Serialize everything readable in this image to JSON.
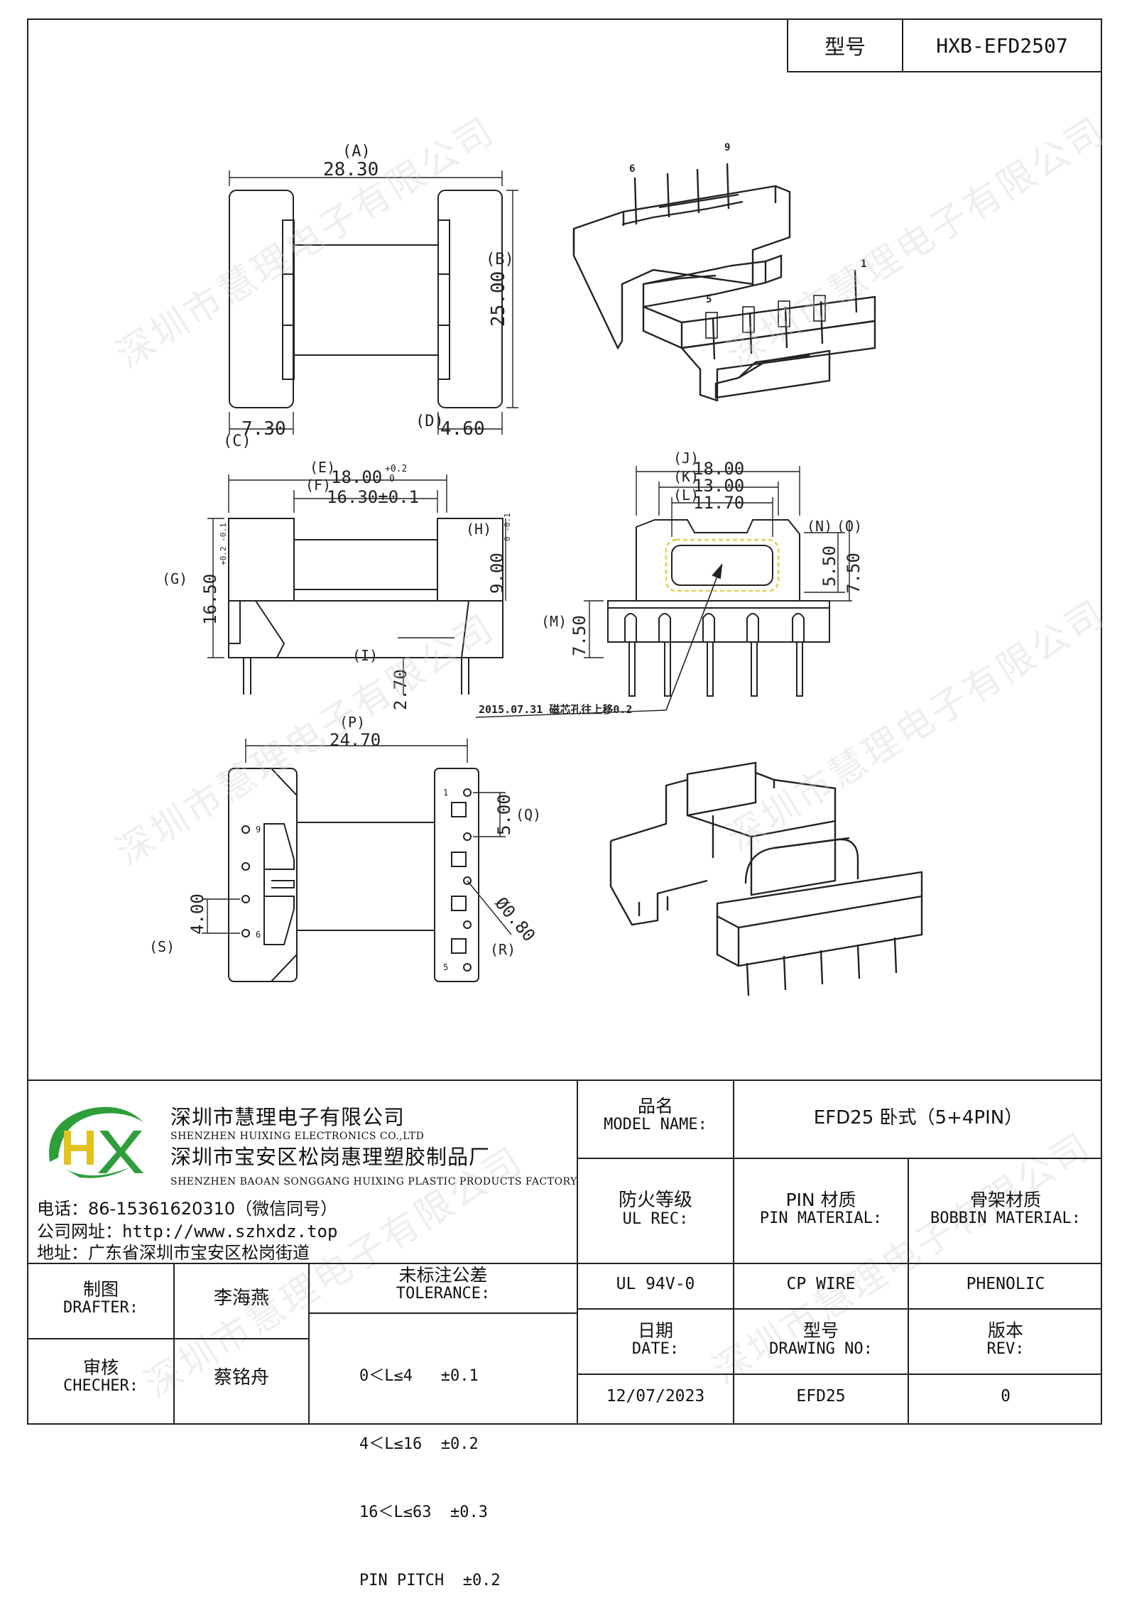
{
  "header": {
    "model_label": "型号",
    "model_value": "HXB-EFD2507"
  },
  "dimensions": {
    "A": "(A)",
    "A_val": "28.30",
    "B": "(B)",
    "B_val": "25.00",
    "C": "(C)",
    "C_val": "7.30",
    "D": "(D)",
    "D_val": "4.60",
    "E": "(E)",
    "E_val": "18.00",
    "E_tol_up": "+0.2",
    "E_tol_dn": "0",
    "F": "(F)",
    "F_val": "16.30±0.1",
    "G": "(G)",
    "G_val": "16.50",
    "G_tol": "+0.2 -0.1",
    "H": "(H)",
    "H_val": "9.00",
    "H_tol": "0 -0.1",
    "I": "(I)",
    "I_val": "2.70",
    "J": "(J)",
    "J_val": "18.00",
    "K": "(K)",
    "K_val": "13.00",
    "L": "(L)",
    "L_val": "11.70",
    "N": "(N)",
    "O": "(O)",
    "N_val": "5.50",
    "O_val": "7.50",
    "M": "(M)",
    "M_val": "7.50",
    "P": "(P)",
    "P_val": "24.70",
    "Q": "(Q)",
    "Q_val": "5.00",
    "R": "(R)",
    "R_val": "Ø0.80",
    "S": "(S)",
    "S_val": "4.00",
    "note": "2015.07.31 磁芯孔往上移0.2",
    "pins": [
      "6",
      "9",
      "5",
      "1"
    ],
    "bottom_pins": [
      "1",
      "9",
      "6",
      "5"
    ]
  },
  "company": {
    "name_cn": "深圳市慧理电子有限公司",
    "name_en": "SHENZHEN HUIXING ELECTRONICS CO.,LTD",
    "factory_cn": "深圳市宝安区松岗惠理塑胶制品厂",
    "factory_en": "SHENZHEN BAOAN SONGGANG HUIXING PLASTIC PRODUCTS FACTORY",
    "phone": "电话：86-15361620310（微信同号）",
    "web": "公司网址：http://www.szhxdz.top",
    "addr": "地址：广东省深圳市宝安区松岗街道",
    "logo_letters": "HX"
  },
  "title_block": {
    "model_name_cn": "品名",
    "model_name_en": "MODEL NAME:",
    "model_name_value": "EFD25 卧式（5+4PIN）",
    "ul_cn": "防火等级",
    "ul_en": "UL REC:",
    "pin_mat_cn": "PIN 材质",
    "pin_mat_en": "PIN MATERIAL:",
    "bobbin_cn": "骨架材质",
    "bobbin_en": "BOBBIN MATERIAL:",
    "ul_value": "UL 94V-0",
    "pin_value": "CP WIRE",
    "bobbin_value": "PHENOLIC",
    "drafter_cn": "制图",
    "drafter_en": "DRAFTER:",
    "drafter_value": "李海燕",
    "checker_cn": "审核",
    "checker_en": "CHECHER:",
    "checker_value": "蔡铭舟",
    "tol_cn": "未标注公差",
    "tol_en": "TOLERANCE:",
    "tol_lines": [
      "0＜L≤4   ±0.1",
      "4＜L≤16  ±0.2",
      "16＜L≤63  ±0.3",
      "PIN PITCH  ±0.2"
    ],
    "date_cn": "日期",
    "date_en": "DATE:",
    "date_value": "12/07/2023",
    "dwg_cn": "型号",
    "dwg_en": "DRAWING NO:",
    "dwg_value": "EFD25",
    "rev_cn": "版本",
    "rev_en": "REV:",
    "rev_value": "0"
  },
  "watermark": "深圳市慧理电子有限公司",
  "colors": {
    "line": "#222222",
    "logo_green": "#2e9e3a",
    "logo_yellow": "#e2c21c",
    "core_yellow": "#e6d36a"
  }
}
